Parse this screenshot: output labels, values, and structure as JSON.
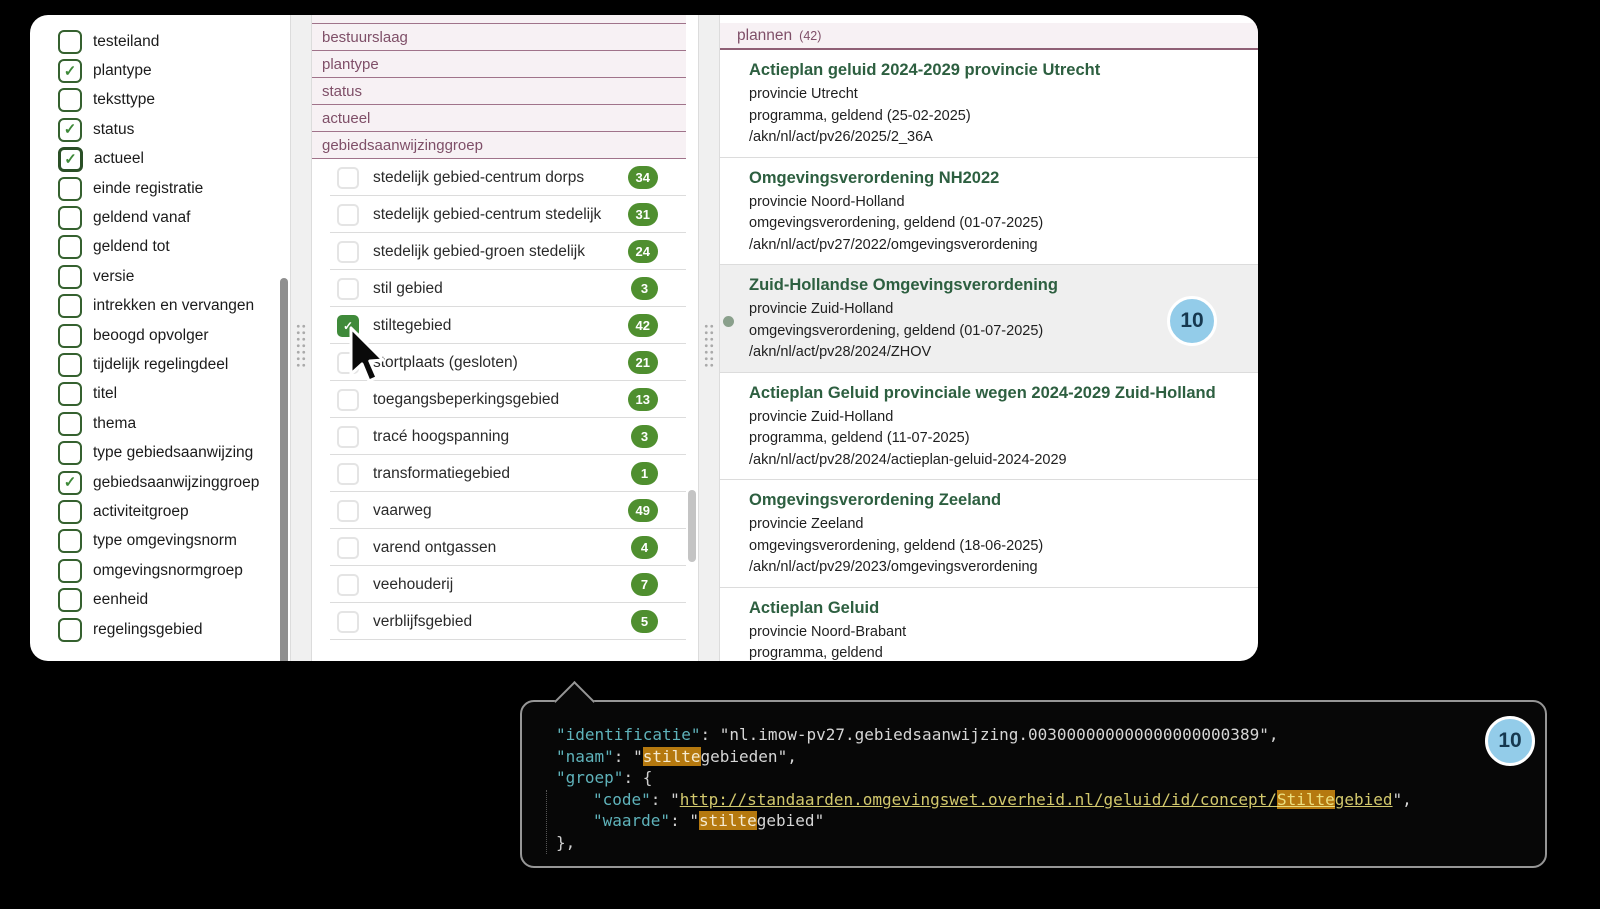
{
  "left_panel": {
    "items": [
      {
        "label": "testeiland",
        "checked": false
      },
      {
        "label": "plantype",
        "checked": true
      },
      {
        "label": "teksttype",
        "checked": false
      },
      {
        "label": "status",
        "checked": true
      },
      {
        "label": "actueel",
        "checked": true,
        "focused": true
      },
      {
        "label": "einde registratie",
        "checked": false
      },
      {
        "label": "geldend vanaf",
        "checked": false
      },
      {
        "label": "geldend tot",
        "checked": false
      },
      {
        "label": "versie",
        "checked": false
      },
      {
        "label": "intrekken en vervangen",
        "checked": false
      },
      {
        "label": "beoogd opvolger",
        "checked": false
      },
      {
        "label": "tijdelijk regelingdeel",
        "checked": false
      },
      {
        "label": "titel",
        "checked": false
      },
      {
        "label": "thema",
        "checked": false
      },
      {
        "label": "type gebiedsaanwijzing",
        "checked": false
      },
      {
        "label": "gebiedsaanwijzinggroep",
        "checked": true
      },
      {
        "label": "activiteitgroep",
        "checked": false
      },
      {
        "label": "type omgevingsnorm",
        "checked": false
      },
      {
        "label": "omgevingsnormgroep",
        "checked": false
      },
      {
        "label": "eenheid",
        "checked": false
      },
      {
        "label": "regelingsgebied",
        "checked": false
      }
    ]
  },
  "middle_panel": {
    "headers": [
      "bestuurslaag",
      "plantype",
      "status",
      "actueel",
      "gebiedsaanwijzinggroep"
    ],
    "items": [
      {
        "label": "stedelijk gebied-centrum dorps",
        "count": "34",
        "checked": false
      },
      {
        "label": "stedelijk gebied-centrum stedelijk",
        "count": "31",
        "checked": false
      },
      {
        "label": "stedelijk gebied-groen stedelijk",
        "count": "24",
        "checked": false
      },
      {
        "label": "stil gebied",
        "count": "3",
        "checked": false
      },
      {
        "label": "stiltegebied",
        "count": "42",
        "checked": true
      },
      {
        "label": "stortplaats (gesloten)",
        "count": "21",
        "checked": false
      },
      {
        "label": "toegangsbeperkingsgebied",
        "count": "13",
        "checked": false
      },
      {
        "label": "tracé hoogspanning",
        "count": "3",
        "checked": false
      },
      {
        "label": "transformatiegebied",
        "count": "1",
        "checked": false
      },
      {
        "label": "vaarweg",
        "count": "49",
        "checked": false
      },
      {
        "label": "varend ontgassen",
        "count": "4",
        "checked": false
      },
      {
        "label": "veehouderij",
        "count": "7",
        "checked": false
      },
      {
        "label": "verblijfsgebied",
        "count": "5",
        "checked": false
      }
    ]
  },
  "right_panel": {
    "header": {
      "title": "plannen",
      "count": "(42)"
    },
    "plans": [
      {
        "title": "Actieplan geluid 2024-2029 provincie Utrecht",
        "meta": [
          "provincie Utrecht",
          "programma, geldend (25-02-2025)",
          "/akn/nl/act/pv26/2025/2_36A"
        ],
        "highlighted": false
      },
      {
        "title": "Omgevingsverordening NH2022",
        "meta": [
          "provincie Noord-Holland",
          "omgevingsverordening, geldend (01-07-2025)",
          "/akn/nl/act/pv27/2022/omgevingsverordening"
        ],
        "highlighted": false
      },
      {
        "title": "Zuid-Hollandse Omgevingsverordening",
        "meta": [
          "provincie Zuid-Holland",
          "omgevingsverordening, geldend (01-07-2025)",
          "/akn/nl/act/pv28/2024/ZHOV"
        ],
        "highlighted": true,
        "badge": "10"
      },
      {
        "title": "Actieplan Geluid provinciale wegen 2024-2029 Zuid-Holland",
        "meta": [
          "provincie Zuid-Holland",
          "programma, geldend (11-07-2025)",
          "/akn/nl/act/pv28/2024/actieplan-geluid-2024-2029"
        ],
        "highlighted": false
      },
      {
        "title": "Omgevingsverordening Zeeland",
        "meta": [
          "provincie Zeeland",
          "omgevingsverordening, geldend (18-06-2025)",
          "/akn/nl/act/pv29/2023/omgevingsverordening"
        ],
        "highlighted": false
      },
      {
        "title": "Actieplan Geluid",
        "meta": [
          "provincie Noord-Brabant",
          "programma, geldend"
        ],
        "highlighted": false
      }
    ]
  },
  "code_popup": {
    "badge": "10",
    "lines": [
      {
        "indent": 0,
        "segments": [
          {
            "text": "\"identificatie\"",
            "style": "key"
          },
          {
            "text": ": ",
            "style": "punct"
          },
          {
            "text": "\"nl.imow-pv27.gebiedsaanwijzing.003000000000000000000389\",",
            "style": "val"
          }
        ]
      },
      {
        "indent": 0,
        "segments": [
          {
            "text": "\"naam\"",
            "style": "key"
          },
          {
            "text": ": ",
            "style": "punct"
          },
          {
            "text": "\"",
            "style": "val"
          },
          {
            "text": "stilte",
            "style": "val-hl"
          },
          {
            "text": "gebieden\",",
            "style": "val"
          }
        ]
      },
      {
        "indent": 0,
        "segments": [
          {
            "text": "\"groep\"",
            "style": "key"
          },
          {
            "text": ": {",
            "style": "punct"
          }
        ]
      },
      {
        "indent": 1,
        "segments": [
          {
            "text": "\"code\"",
            "style": "key"
          },
          {
            "text": ": ",
            "style": "punct"
          },
          {
            "text": "\"",
            "style": "val"
          },
          {
            "text": "http://standaarden.omgevingswet.overheid.nl/geluid/id/concept/",
            "style": "url"
          },
          {
            "text": "Stilte",
            "style": "url-hl"
          },
          {
            "text": "gebied",
            "style": "url"
          },
          {
            "text": "\",",
            "style": "val"
          }
        ]
      },
      {
        "indent": 1,
        "segments": [
          {
            "text": "\"waarde\"",
            "style": "key"
          },
          {
            "text": ": ",
            "style": "punct"
          },
          {
            "text": "\"",
            "style": "val"
          },
          {
            "text": "stilte",
            "style": "val-hl"
          },
          {
            "text": "gebied\"",
            "style": "val"
          }
        ]
      },
      {
        "indent": 0,
        "segments": [
          {
            "text": "},",
            "style": "punct"
          }
        ]
      }
    ]
  },
  "colors": {
    "accent_plum": "#7f4f68",
    "accent_green_title": "#2d5f40",
    "badge_green": "#4f8f2f",
    "check_green": "#3f8a3a",
    "blue_badge": "#93cce9",
    "highlight_orange": "#b5790f",
    "code_key_teal": "#5fb3bb",
    "code_url_yellow": "#d2c86d",
    "header_pink": "#f7f1f4"
  }
}
